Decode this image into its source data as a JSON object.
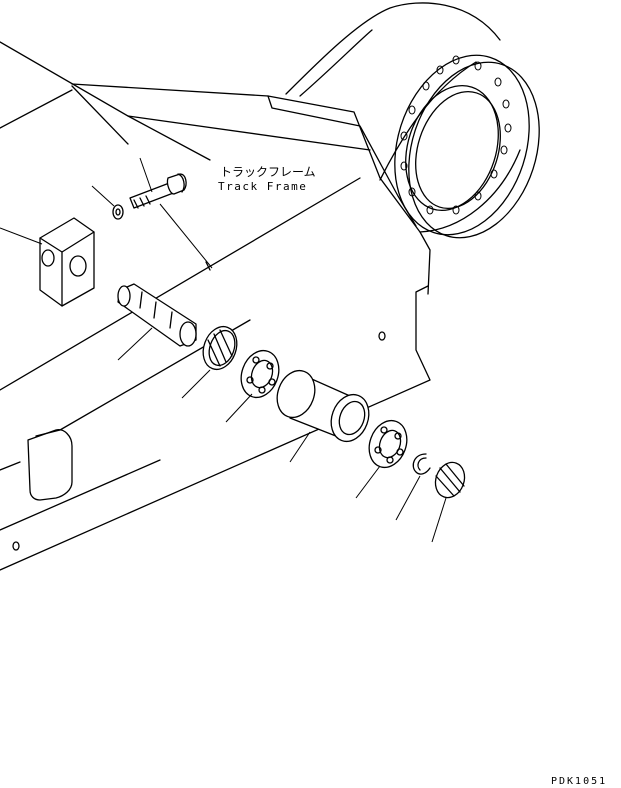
{
  "labels": {
    "frame_label_jp": "トラックフレーム",
    "frame_label_en": "Track Frame",
    "drawing_code": "PDK1051"
  }
}
